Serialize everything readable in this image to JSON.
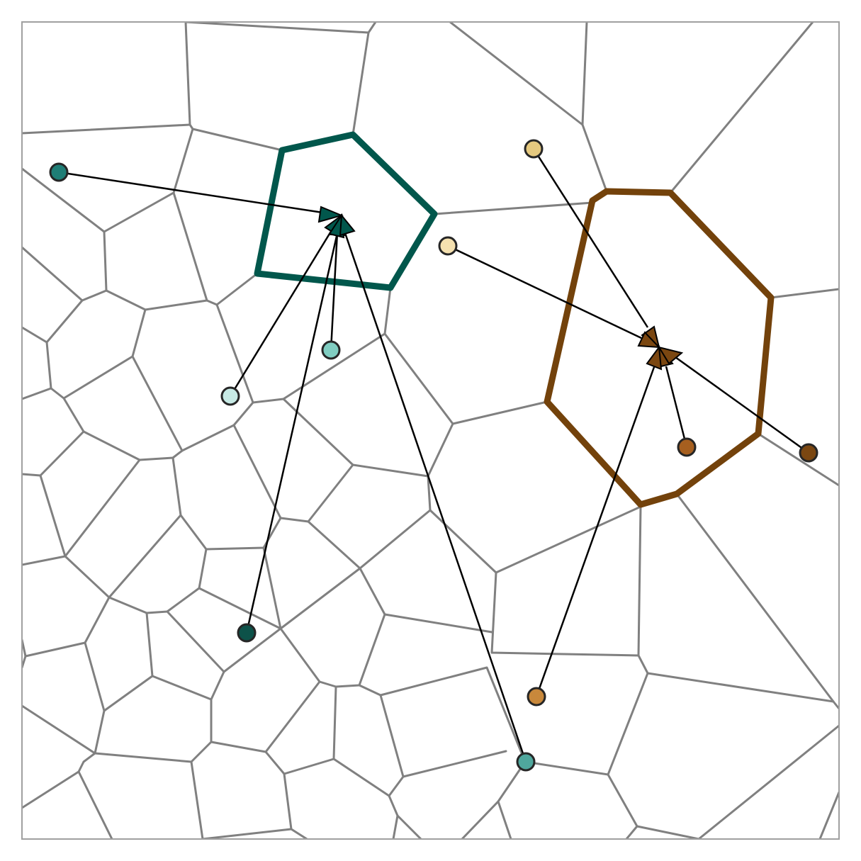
{
  "diagram": {
    "type": "voronoi-aggregation",
    "cell_edge_color": "#808080",
    "frame_color": "#a0a0a0",
    "arrow_color": "#000000",
    "site_outline_color": "#262626",
    "regions": [
      {
        "id": "teal-region",
        "color": "#01574c",
        "head_fill": "#01574c"
      },
      {
        "id": "brown-region",
        "color": "#73420b",
        "head_fill": "#7b4711"
      }
    ],
    "sites": [
      {
        "id": "site-teal-1",
        "color": "#1f7e76",
        "group": "teal-region"
      },
      {
        "id": "site-teal-2",
        "color": "#c7eae5",
        "group": "teal-region"
      },
      {
        "id": "site-teal-3",
        "color": "#80cdc1",
        "group": "teal-region"
      },
      {
        "id": "site-teal-4",
        "color": "#0d5249",
        "group": "teal-region"
      },
      {
        "id": "site-teal-5",
        "color": "#4fa79d",
        "group": "teal-region"
      },
      {
        "id": "site-brown-1",
        "color": "#e5c97f",
        "group": "brown-region"
      },
      {
        "id": "site-brown-2",
        "color": "#f5e1b0",
        "group": "brown-region"
      },
      {
        "id": "site-brown-3",
        "color": "#a65f1f",
        "group": "brown-region"
      },
      {
        "id": "site-brown-4",
        "color": "#7b4711",
        "group": "brown-region"
      },
      {
        "id": "site-brown-5",
        "color": "#c8883b",
        "group": "brown-region"
      }
    ]
  }
}
